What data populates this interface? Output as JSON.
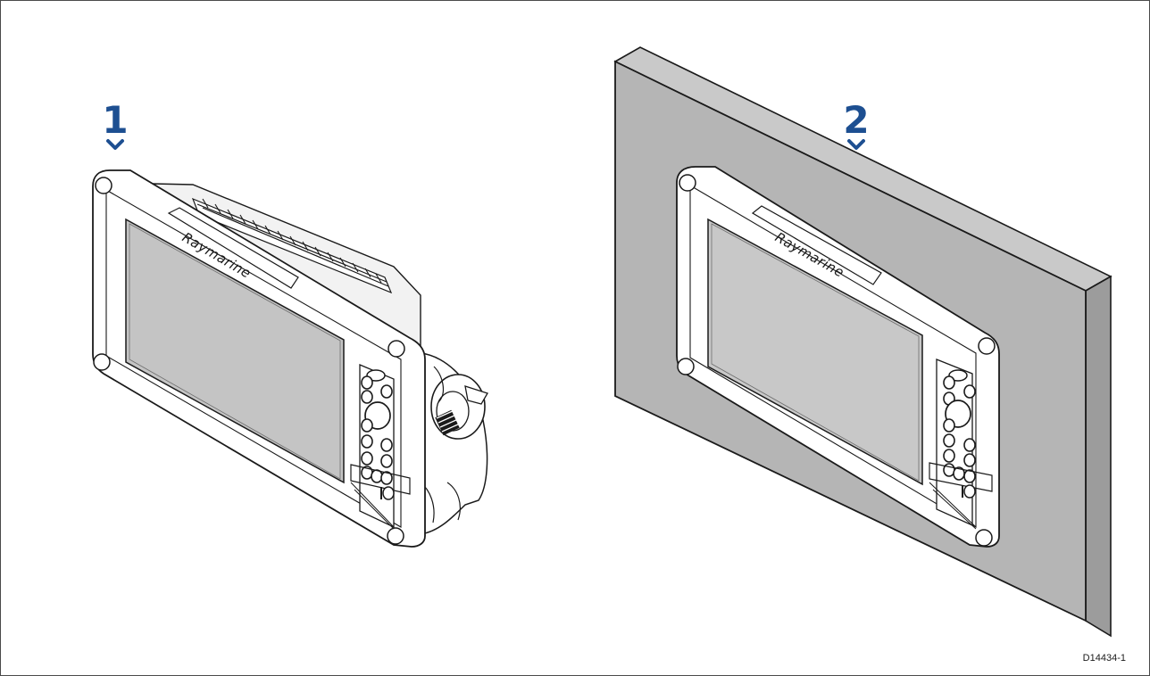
{
  "figure": {
    "callouts": [
      {
        "label": "1"
      },
      {
        "label": "2"
      }
    ],
    "drawing_code": "D14434-1",
    "brand_logo": "Raymarine",
    "colors": {
      "callout": "#1d4f91",
      "wall_front": "#b5b5b5",
      "wall_side": "#9c9c9c",
      "wall_top": "#c9c9c9",
      "screen_unit1": "#c4c4c4",
      "screen_unit2": "#c8c8c8",
      "outline": "#1a1a1a"
    }
  }
}
